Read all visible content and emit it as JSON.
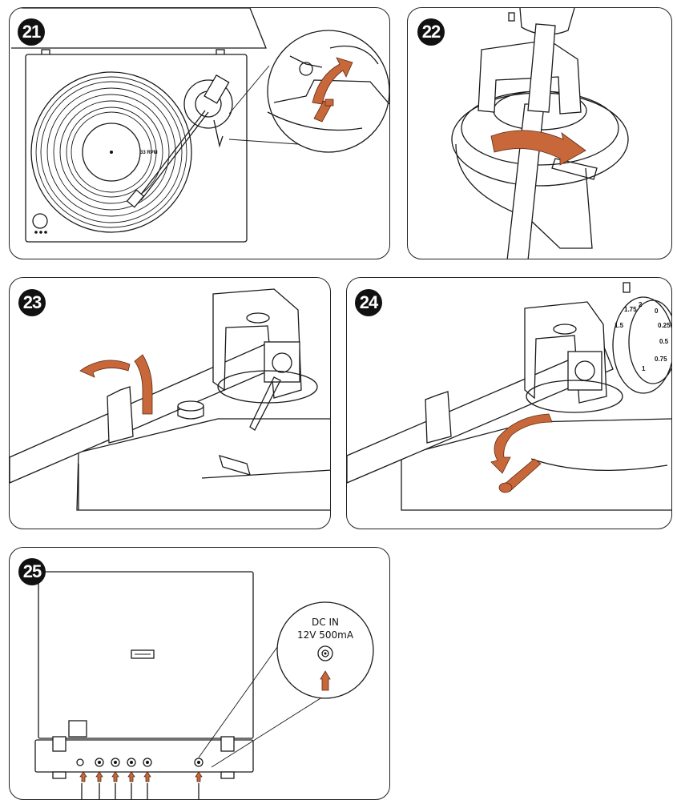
{
  "steps": [
    {
      "id": "21",
      "label": "21"
    },
    {
      "id": "22",
      "label": "22"
    },
    {
      "id": "23",
      "label": "23"
    },
    {
      "id": "24",
      "label": "24"
    },
    {
      "id": "25",
      "label": "25"
    }
  ],
  "platter": {
    "speed_label": "33 RPM"
  },
  "dial": {
    "ticks": [
      "1.75",
      "2",
      "0",
      "0.25",
      "0.5",
      "0.75",
      "1",
      "1.5"
    ]
  },
  "power": {
    "line1": "DC IN",
    "line2": "12V 500mA"
  },
  "colors": {
    "accent": "#c8683a",
    "line": "#1a1a1a",
    "badge": "#111111"
  }
}
